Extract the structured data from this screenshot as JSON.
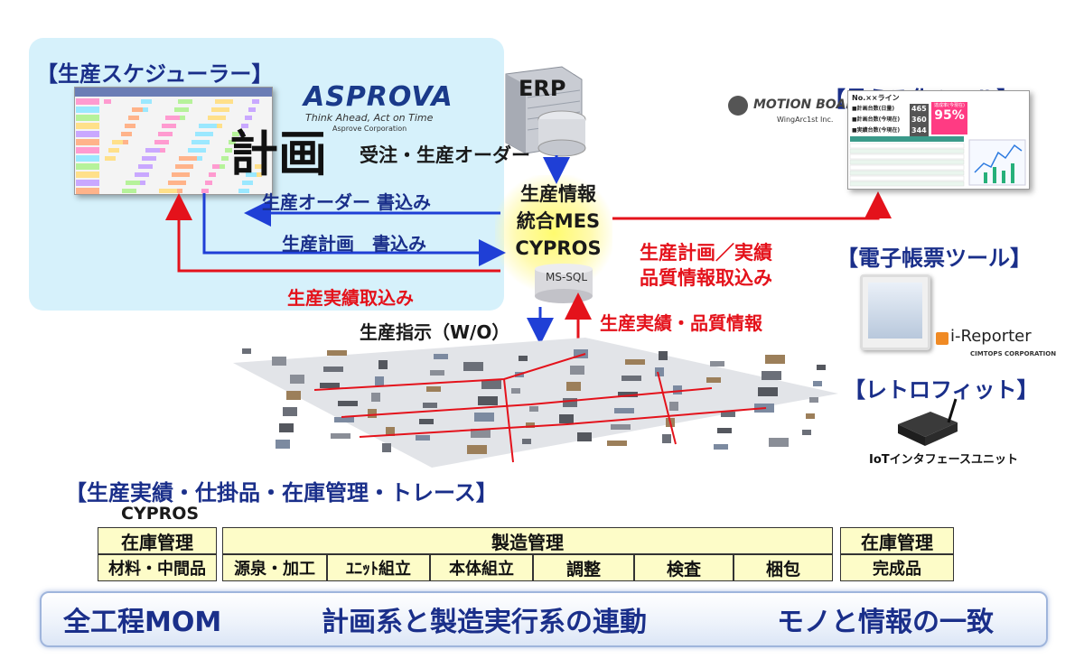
{
  "headings": {
    "scheduler": "【生産スケジューラー】",
    "visualization": "【見える化ツール】",
    "eform": "【電子帳票ツール】",
    "retrofit": "【レトロフィット】",
    "tracking": "【生産実績・仕掛品・在庫管理・トレース】"
  },
  "scheduler": {
    "logo_text": "ASPROVA",
    "tagline": "Think Ahead, Act on Time",
    "corp": "Asprove Corporation",
    "plan_label": "計画"
  },
  "erp": {
    "label": "ERP"
  },
  "mes": {
    "line1": "生産情報",
    "line2": "統合MES",
    "line3": "CYPROS",
    "db_label": "MS-SQL"
  },
  "flows": {
    "orders_in": "受注・生産オーダー",
    "order_write": "生産オーダー 書込み",
    "plan_write": "生産計画　書込み",
    "actual_import": "生産実績取込み",
    "plan_actual_line1": "生産計画／実績",
    "plan_actual_line2": "品質情報取込み",
    "work_order": "生産指示（W/O）",
    "quality_info": "生産実績・品質情報"
  },
  "motionboard": {
    "brand": "MOTION BOARD",
    "maker": "WingArc1st Inc.",
    "dash_title": "No.××ライン",
    "rows": [
      "■計画台数(日量)",
      "■計画台数(今現在)",
      "■実績台数(今現在)"
    ],
    "values": [
      "465",
      "360",
      "344"
    ],
    "rate_label": "達成率(今現在)",
    "rate": "95%"
  },
  "ireporter": {
    "brand": "i-Reporter",
    "maker": "CIMTOPS CORPORATION"
  },
  "iot": {
    "label": "IoTインタフェースユニット"
  },
  "cypros_label": "CYPROS",
  "process_grid": {
    "inventory_left": {
      "header": "在庫管理",
      "sub": "材料・中間品"
    },
    "manufacturing": {
      "header": "製造管理",
      "steps": [
        "源泉・加工",
        "ﾕﾆｯﾄ組立",
        "本体組立",
        "調整",
        "検査",
        "梱包"
      ]
    },
    "inventory_right": {
      "header": "在庫管理",
      "sub": "完成品"
    }
  },
  "mom_bar": {
    "item1": "全工程MOM",
    "item2": "計画系と製造実行系の連動",
    "item3": "モノと情報の一致"
  },
  "colors": {
    "panel": "#d6f1fb",
    "blue": "#1a2f8a",
    "red": "#e4121b",
    "mes_glow": "#fffb6e",
    "cell": "#fdfcc8"
  }
}
